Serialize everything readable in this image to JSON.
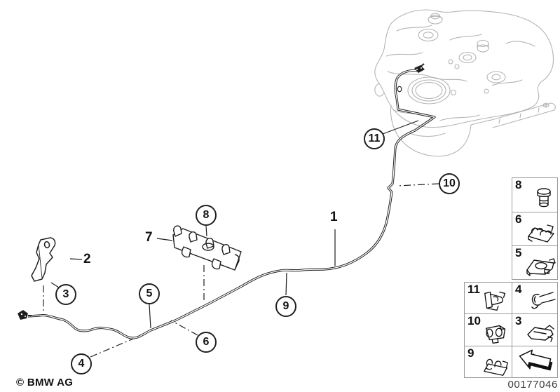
{
  "document": {
    "copyright": "© BMW AG",
    "number": "00177046"
  },
  "callouts": {
    "n1": {
      "label": "1"
    },
    "n2": {
      "label": "2"
    },
    "n3": {
      "label": "3"
    },
    "n4": {
      "label": "4"
    },
    "n5": {
      "label": "5"
    },
    "n6": {
      "label": "6"
    },
    "n7": {
      "label": "7"
    },
    "n8": {
      "label": "8"
    },
    "n9": {
      "label": "9"
    },
    "n10": {
      "label": "10"
    },
    "n11": {
      "label": "11"
    }
  },
  "parts_panel": {
    "cells": [
      {
        "label": "8",
        "icon": "grommet-icon"
      },
      {
        "label": "6",
        "icon": "pipe-clip-icon"
      },
      {
        "label": "5",
        "icon": "bracket-clip-icon"
      },
      {
        "label": "11",
        "icon": "holder-clip-icon"
      },
      {
        "label": "4",
        "icon": "hose-clamp-icon"
      },
      {
        "label": "10",
        "icon": "grommet-clip-icon"
      },
      {
        "label": "3",
        "icon": "retainer-clip-icon"
      },
      {
        "label": "9",
        "icon": "double-clip-icon"
      },
      {
        "label": "",
        "icon": "direction-arrow-icon"
      }
    ]
  },
  "colors": {
    "diagram_line": "#1f1f1f",
    "ghost_line": "#b4b4b4",
    "panel_border": "#9a9a9a",
    "background": "#ffffff"
  }
}
